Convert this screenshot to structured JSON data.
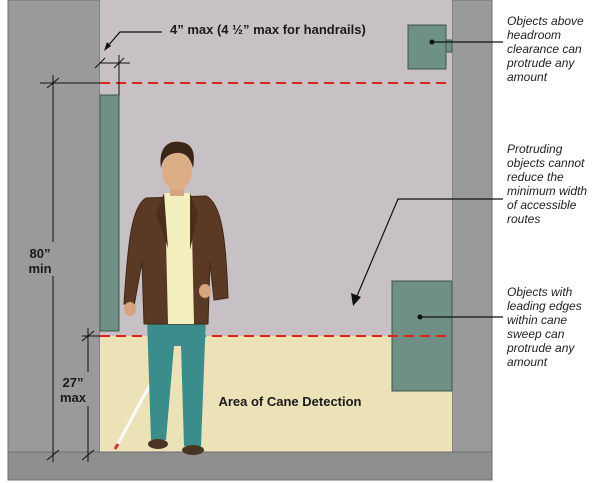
{
  "labels": {
    "protrusion_max": "4” max (4 ½” max for handrails)",
    "headroom": {
      "value": "80”",
      "unit": "min"
    },
    "cane_height": {
      "value": "27”",
      "unit": "max"
    },
    "cane_area": "Area of Cane Detection"
  },
  "notes": {
    "headroom": [
      "Objects above",
      "headroom",
      "clearance can",
      "protrude any",
      "amount"
    ],
    "width": [
      "Protruding",
      "objects cannot",
      "reduce the",
      "minimum width",
      "of accessible",
      "routes"
    ],
    "cane": [
      "Objects with",
      "leading edges",
      "within cane",
      "sweep can",
      "protrude any",
      "amount"
    ]
  },
  "colors": {
    "wall": "#9a9a9a",
    "floor_area": "#ece2b8",
    "upper_area": "#c7c1c6",
    "object": "#6f9084",
    "dashed_line": "#e0241b"
  }
}
